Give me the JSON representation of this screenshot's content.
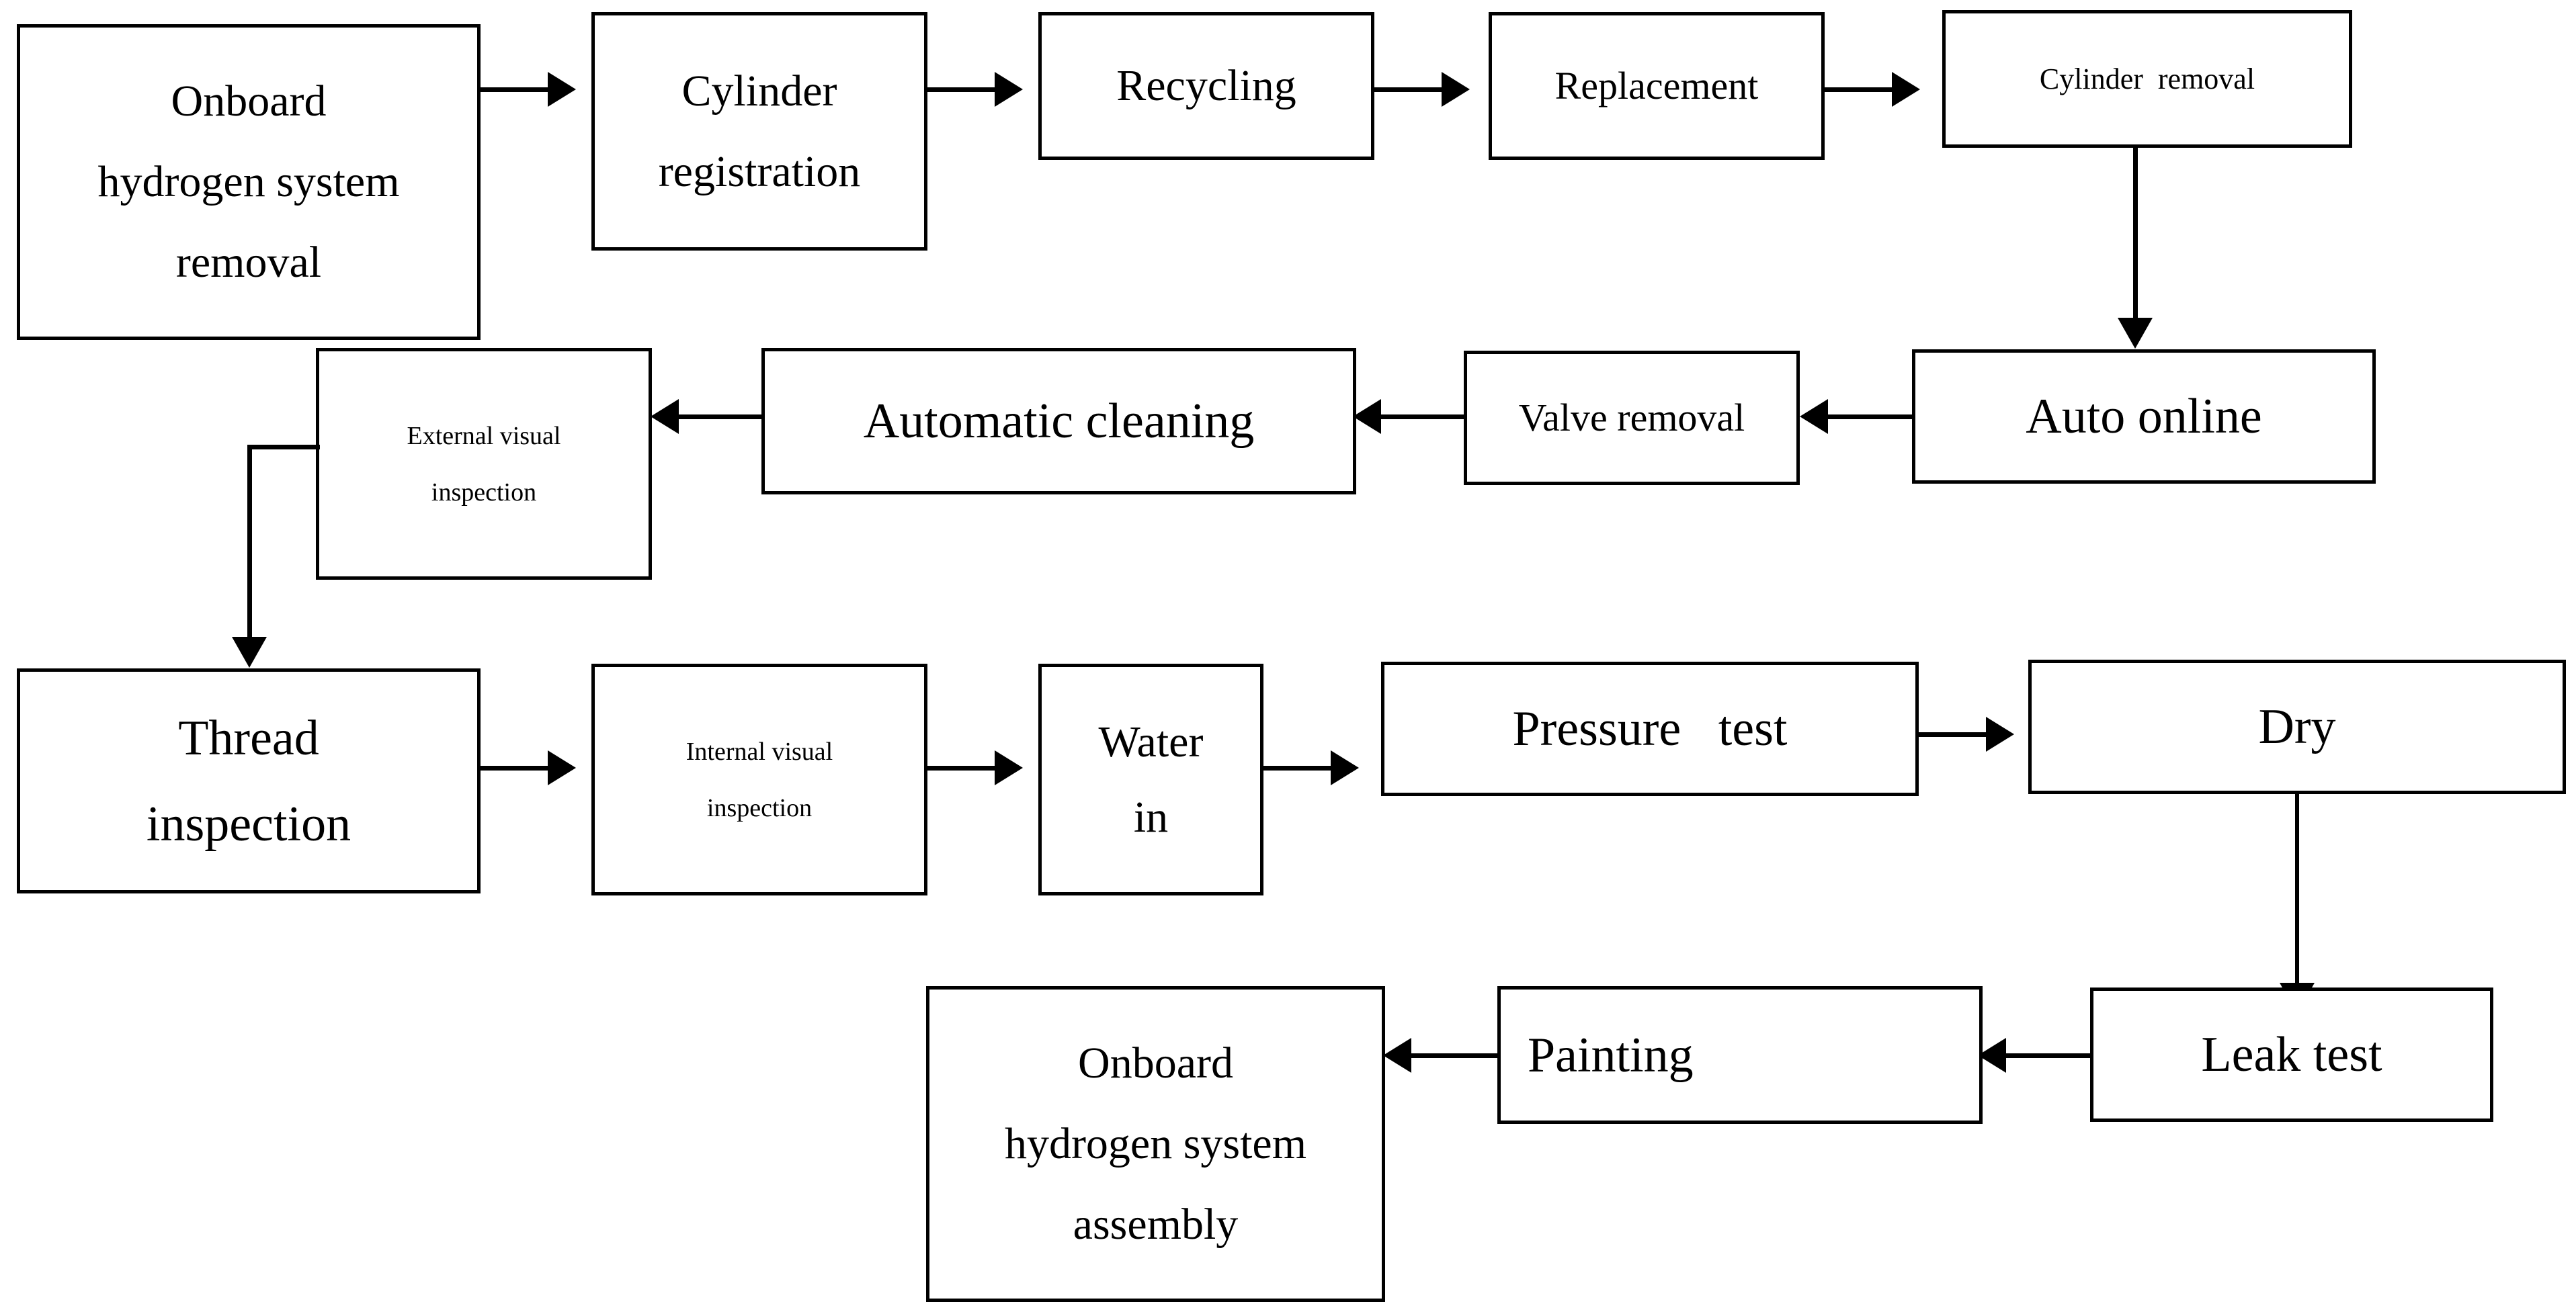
{
  "diagram": {
    "title": "Hydrogen cylinder periodic inspection and re-assembly process flow",
    "background_color": "#ffffff",
    "line_color": "#000000",
    "nodes": [
      {
        "id": "onboard-hydrogen-system-removal",
        "lines": [
          "Onboard",
          "hydrogen system",
          "removal"
        ]
      },
      {
        "id": "cylinder-registration",
        "lines": [
          "Cylinder",
          "registration"
        ]
      },
      {
        "id": "recycling",
        "lines": [
          "Recycling"
        ]
      },
      {
        "id": "replacement",
        "lines": [
          "Replacement"
        ]
      },
      {
        "id": "cylinder-removal",
        "lines": [
          "Cylinder  removal"
        ]
      },
      {
        "id": "auto-online",
        "lines": [
          "Auto online"
        ]
      },
      {
        "id": "valve-removal",
        "lines": [
          "Valve removal"
        ]
      },
      {
        "id": "automatic-cleaning",
        "lines": [
          "Automatic cleaning"
        ]
      },
      {
        "id": "external-visual-inspection",
        "lines": [
          "External visual",
          "inspection"
        ]
      },
      {
        "id": "thread-inspection",
        "lines": [
          "Thread",
          "inspection"
        ]
      },
      {
        "id": "internal-visual-inspection",
        "lines": [
          "Internal visual",
          "inspection"
        ]
      },
      {
        "id": "water-in",
        "lines": [
          "Water",
          "in"
        ]
      },
      {
        "id": "pressure-test",
        "lines": [
          "Pressure   test"
        ]
      },
      {
        "id": "dry",
        "lines": [
          "Dry"
        ]
      },
      {
        "id": "leak-test",
        "lines": [
          "Leak test"
        ]
      },
      {
        "id": "painting",
        "lines": [
          "Painting"
        ]
      },
      {
        "id": "onboard-hydrogen-system-assembly",
        "lines": [
          "Onboard",
          "hydrogen system",
          "assembly"
        ]
      }
    ],
    "edges": [
      {
        "from": "onboard-hydrogen-system-removal",
        "to": "cylinder-registration",
        "direction": "right"
      },
      {
        "from": "cylinder-registration",
        "to": "recycling",
        "direction": "right"
      },
      {
        "from": "recycling",
        "to": "replacement",
        "direction": "right"
      },
      {
        "from": "replacement",
        "to": "cylinder-removal",
        "direction": "right"
      },
      {
        "from": "cylinder-removal",
        "to": "auto-online",
        "direction": "down"
      },
      {
        "from": "auto-online",
        "to": "valve-removal",
        "direction": "left"
      },
      {
        "from": "valve-removal",
        "to": "automatic-cleaning",
        "direction": "left"
      },
      {
        "from": "automatic-cleaning",
        "to": "external-visual-inspection",
        "direction": "left"
      },
      {
        "from": "external-visual-inspection",
        "to": "thread-inspection",
        "direction": "elbow-down-left"
      },
      {
        "from": "thread-inspection",
        "to": "internal-visual-inspection",
        "direction": "right"
      },
      {
        "from": "internal-visual-inspection",
        "to": "water-in",
        "direction": "right"
      },
      {
        "from": "water-in",
        "to": "pressure-test",
        "direction": "right"
      },
      {
        "from": "pressure-test",
        "to": "dry",
        "direction": "right"
      },
      {
        "from": "dry",
        "to": "leak-test",
        "direction": "down"
      },
      {
        "from": "leak-test",
        "to": "painting",
        "direction": "left"
      },
      {
        "from": "painting",
        "to": "onboard-hydrogen-system-assembly",
        "direction": "left"
      }
    ]
  }
}
